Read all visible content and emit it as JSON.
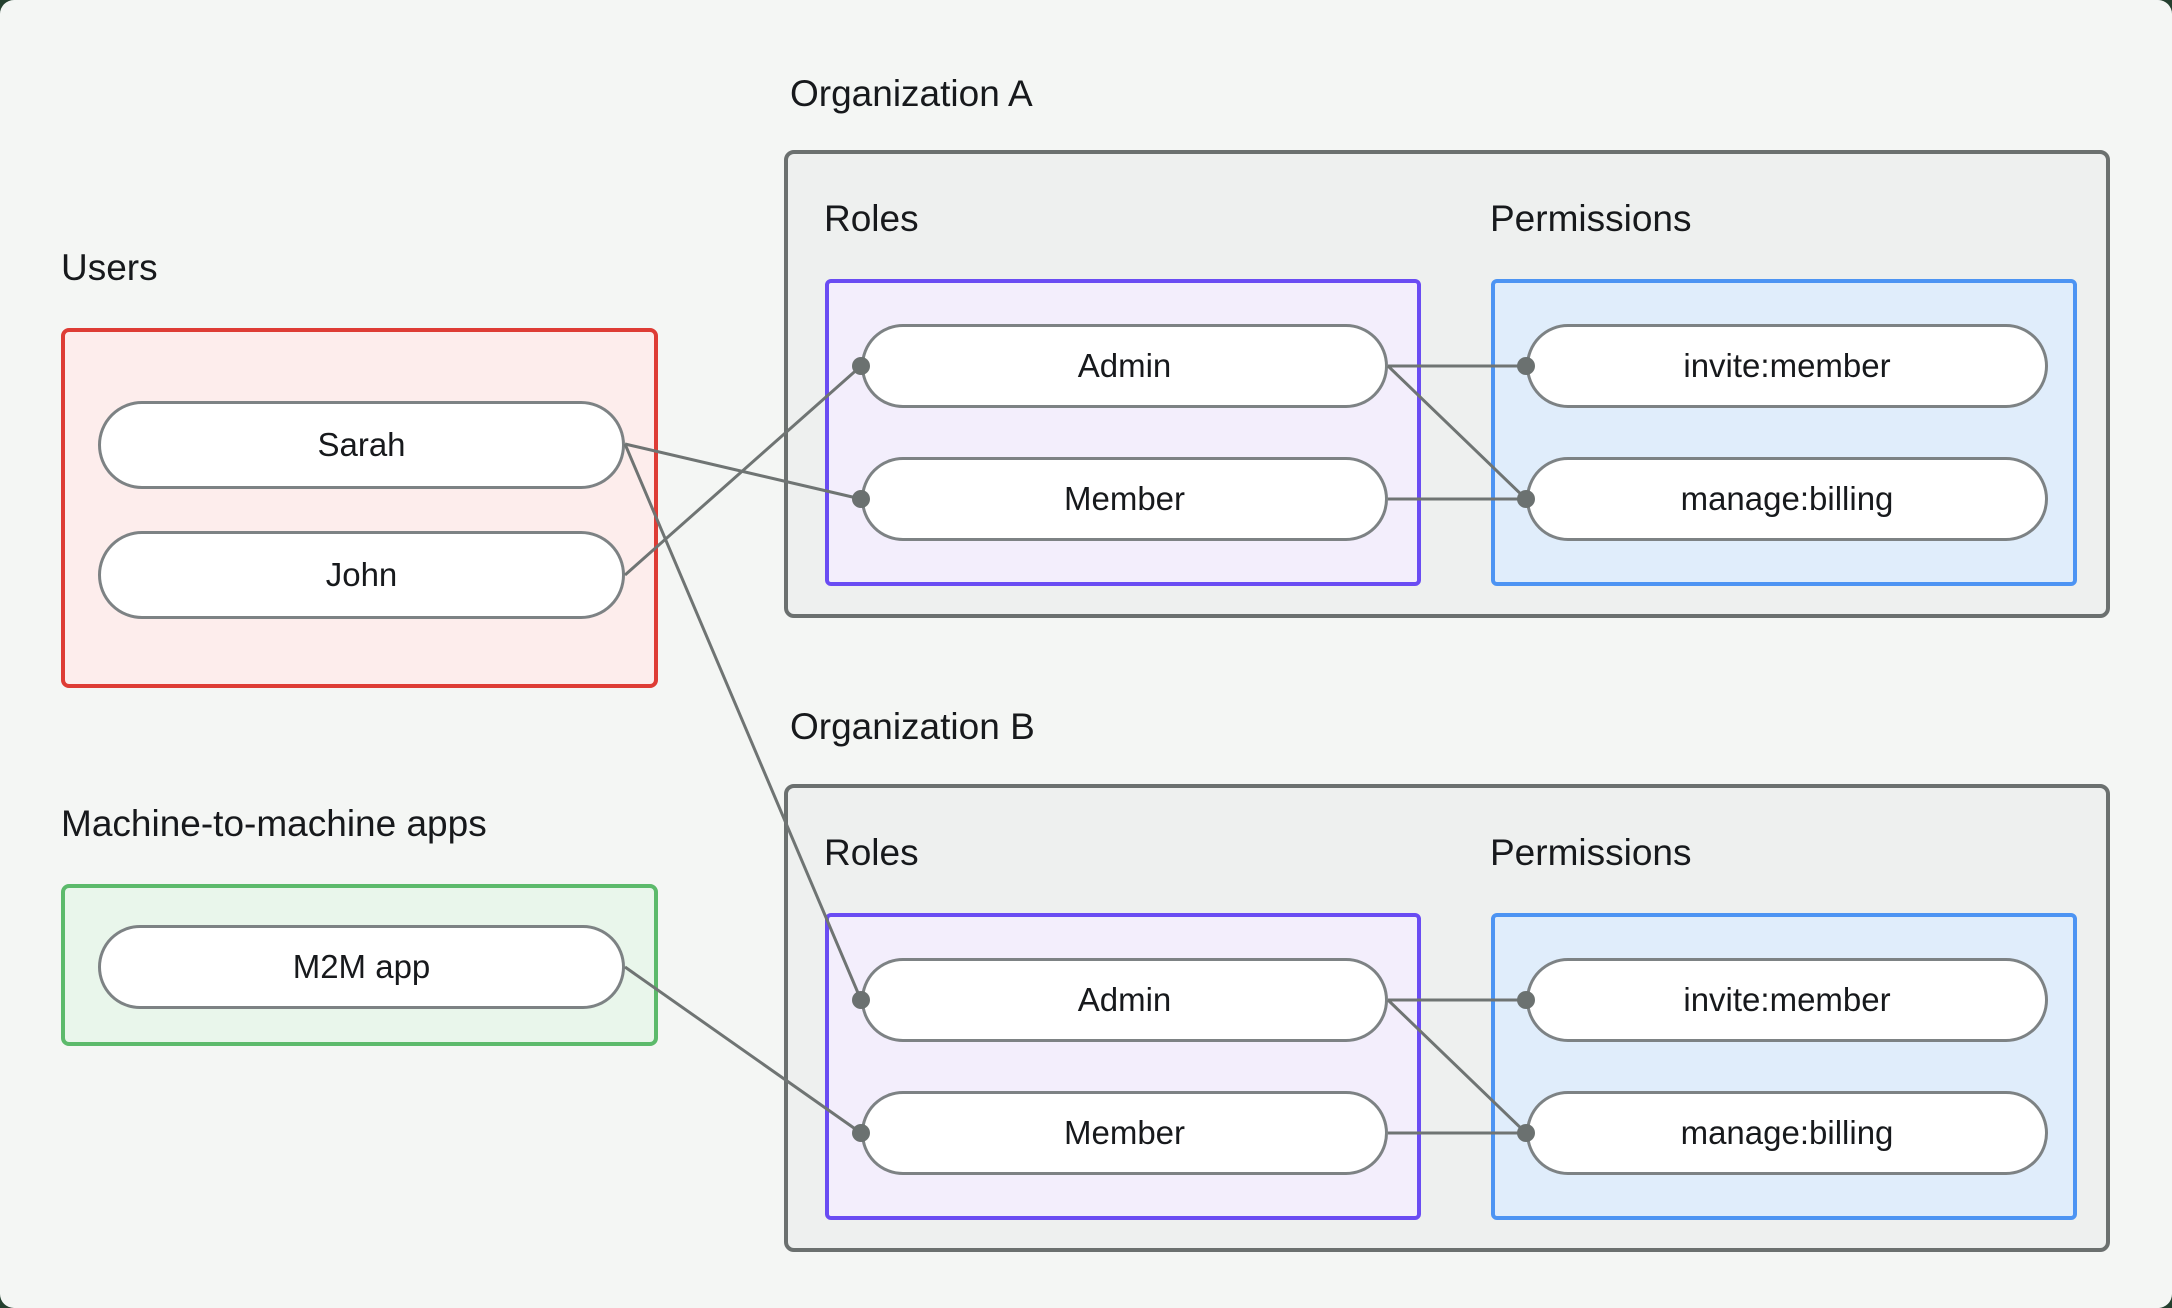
{
  "colors": {
    "canvas_bg": "#f4f6f4",
    "org_border": "#6b706f",
    "org_fill": "#eef0ef",
    "users_border": "#de3c35",
    "users_fill": "#fdedec",
    "m2m_border": "#5cba6b",
    "m2m_fill": "#e9f6eb",
    "roles_border": "#6a4cf3",
    "roles_fill": "#f3eefc",
    "permissions_border": "#4d94f3",
    "permissions_fill": "#e0edfb",
    "node_border": "#7d8284",
    "node_fill": "#ffffff",
    "edge": "#6f7473",
    "text": "#17191c"
  },
  "users_group": {
    "label": "Users",
    "items": [
      "Sarah",
      "John"
    ]
  },
  "m2m_group": {
    "label": "Machine-to-machine apps",
    "items": [
      "M2M app"
    ]
  },
  "organizations": [
    {
      "label": "Organization A",
      "roles": {
        "label": "Roles",
        "items": [
          "Admin",
          "Member"
        ]
      },
      "permissions": {
        "label": "Permissions",
        "items": [
          "invite:member",
          "manage:billing"
        ]
      }
    },
    {
      "label": "Organization B",
      "roles": {
        "label": "Roles",
        "items": [
          "Admin",
          "Member"
        ]
      },
      "permissions": {
        "label": "Permissions",
        "items": [
          "invite:member",
          "manage:billing"
        ]
      }
    }
  ],
  "connections": [
    {
      "from": "Sarah",
      "to": "Organization A / Member"
    },
    {
      "from": "John",
      "to": "Organization A / Admin"
    },
    {
      "from": "Sarah",
      "to": "Organization B / Admin"
    },
    {
      "from": "M2M app",
      "to": "Organization B / Member"
    },
    {
      "from": "Organization A / Admin",
      "to": "Organization A / invite:member"
    },
    {
      "from": "Organization A / Admin",
      "to": "Organization A / manage:billing"
    },
    {
      "from": "Organization A / Member",
      "to": "Organization A / manage:billing"
    },
    {
      "from": "Organization B / Admin",
      "to": "Organization B / invite:member"
    },
    {
      "from": "Organization B / Admin",
      "to": "Organization B / manage:billing"
    },
    {
      "from": "Organization B / Member",
      "to": "Organization B / manage:billing"
    }
  ]
}
